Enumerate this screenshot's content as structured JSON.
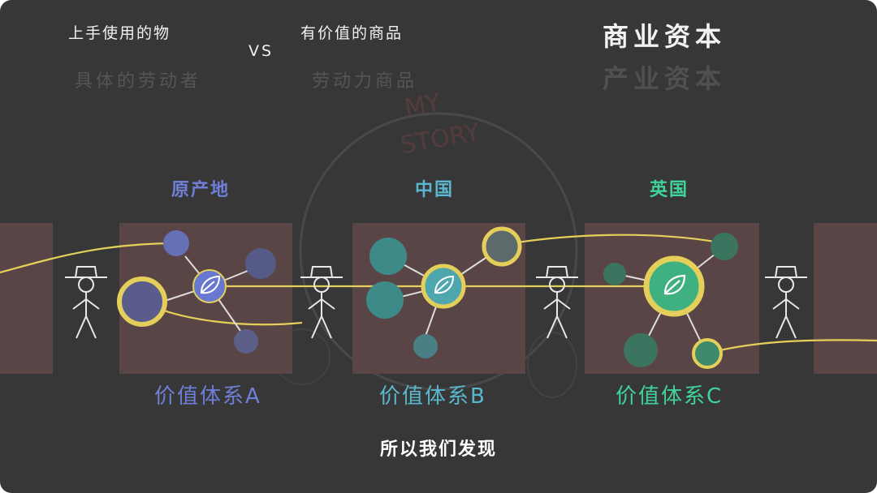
{
  "header": {
    "left_line1": "上手使用的物",
    "left_line2": "具体的劳动者",
    "vs": "VS",
    "mid_line1": "有价值的商品",
    "mid_line2": "劳动力商品",
    "right_line1": "商业资本",
    "right_line2": "产业资本"
  },
  "watermark": {
    "text_line1": "MY",
    "text_line2": "STORY"
  },
  "regions": [
    {
      "title": "原产地",
      "system": "价值体系A",
      "color": "#6f7fd8"
    },
    {
      "title": "中国",
      "system": "价值体系B",
      "color": "#59b8cf"
    },
    {
      "title": "英国",
      "system": "价值体系C",
      "color": "#3fd49a"
    }
  ],
  "subtitle": "所以我们发现",
  "colors": {
    "background": "#373737",
    "box": "#5a4546",
    "connector": "#e4cf5a",
    "node_a": "#6670b4",
    "node_b": "#4a9a9f",
    "node_c": "#3f8a6c"
  },
  "icons": [
    "leaf-icon",
    "stick-figure-merchant-icon"
  ]
}
